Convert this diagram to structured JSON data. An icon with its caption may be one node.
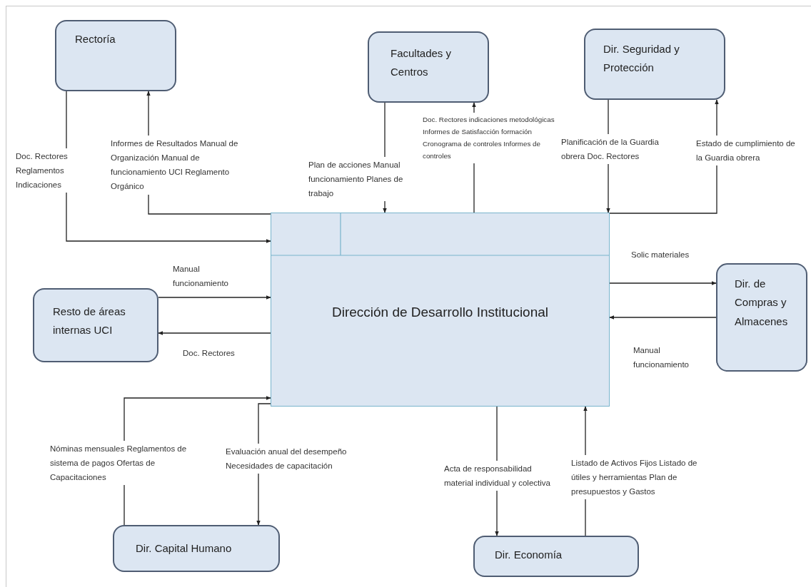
{
  "diagram": {
    "nodes": [
      {
        "text": [
          "Rectoría"
        ]
      },
      {
        "text": [
          "Facultades y Centros"
        ]
      },
      {
        "text": [
          "Dir. Seguridad y Protección"
        ]
      },
      {
        "text": [
          "Dirección de Desarrollo Institucional"
        ]
      },
      {
        "text": [
          "Resto de áreas internas UCI"
        ]
      },
      {
        "text": [
          "Dir. de Compras y Almacenes"
        ]
      },
      {
        "text": [
          "Dir.  Capital Humano"
        ]
      },
      {
        "text": [
          "Dir. Economía"
        ]
      }
    ],
    "edges": [
      {
        "from": 0,
        "to": 3,
        "arrow": "to",
        "label": "Doc. Rectores Reglamentos Indicaciones"
      },
      {
        "from": 3,
        "to": 0,
        "arrow": "to",
        "label": "Informes de Resultados Manual de Organización Manual de funcionamiento UCI Reglamento Orgánico"
      },
      {
        "from": 1,
        "to": 3,
        "arrow": "to",
        "label": "Plan de acciones Manual funcionamiento Planes de trabajo"
      },
      {
        "from": 3,
        "to": 1,
        "arrow": "to",
        "label": "Doc. Rectores indicaciones metodológicas Informes de Satisfacción formación Cronograma de controles Informes de controles"
      },
      {
        "from": 2,
        "to": 3,
        "arrow": "to",
        "label": "Planificación de la Guardia obrera Doc. Rectores"
      },
      {
        "from": 3,
        "to": 2,
        "arrow": "to",
        "label": "Estado de cumplimiento de la Guardia obrera"
      },
      {
        "from": 4,
        "to": 3,
        "arrow": "to",
        "label": "Manual funcionamiento"
      },
      {
        "from": 3,
        "to": 4,
        "arrow": "to",
        "label": "Doc. Rectores"
      },
      {
        "from": 3,
        "to": 5,
        "arrow": "to",
        "label": "Solic materiales"
      },
      {
        "from": 5,
        "to": 3,
        "arrow": "to",
        "label": "Manual funcionamiento"
      },
      {
        "from": 6,
        "to": 3,
        "arrow": "to",
        "label": "Nóminas mensuales Reglamentos de sistema de pagos Ofertas de Capacitaciones"
      },
      {
        "from": 3,
        "to": 6,
        "arrow": "to",
        "label": "Evaluación anual del desempeño Necesidades de capacitación"
      },
      {
        "from": 3,
        "to": 7,
        "arrow": "to",
        "label": "Acta de responsabilidad material individual y colectiva"
      },
      {
        "from": 7,
        "to": 3,
        "arrow": "to",
        "label": "Listado de Activos Fijos Listado de útiles y herramientas Plan de presupuestos y Gastos"
      }
    ]
  }
}
